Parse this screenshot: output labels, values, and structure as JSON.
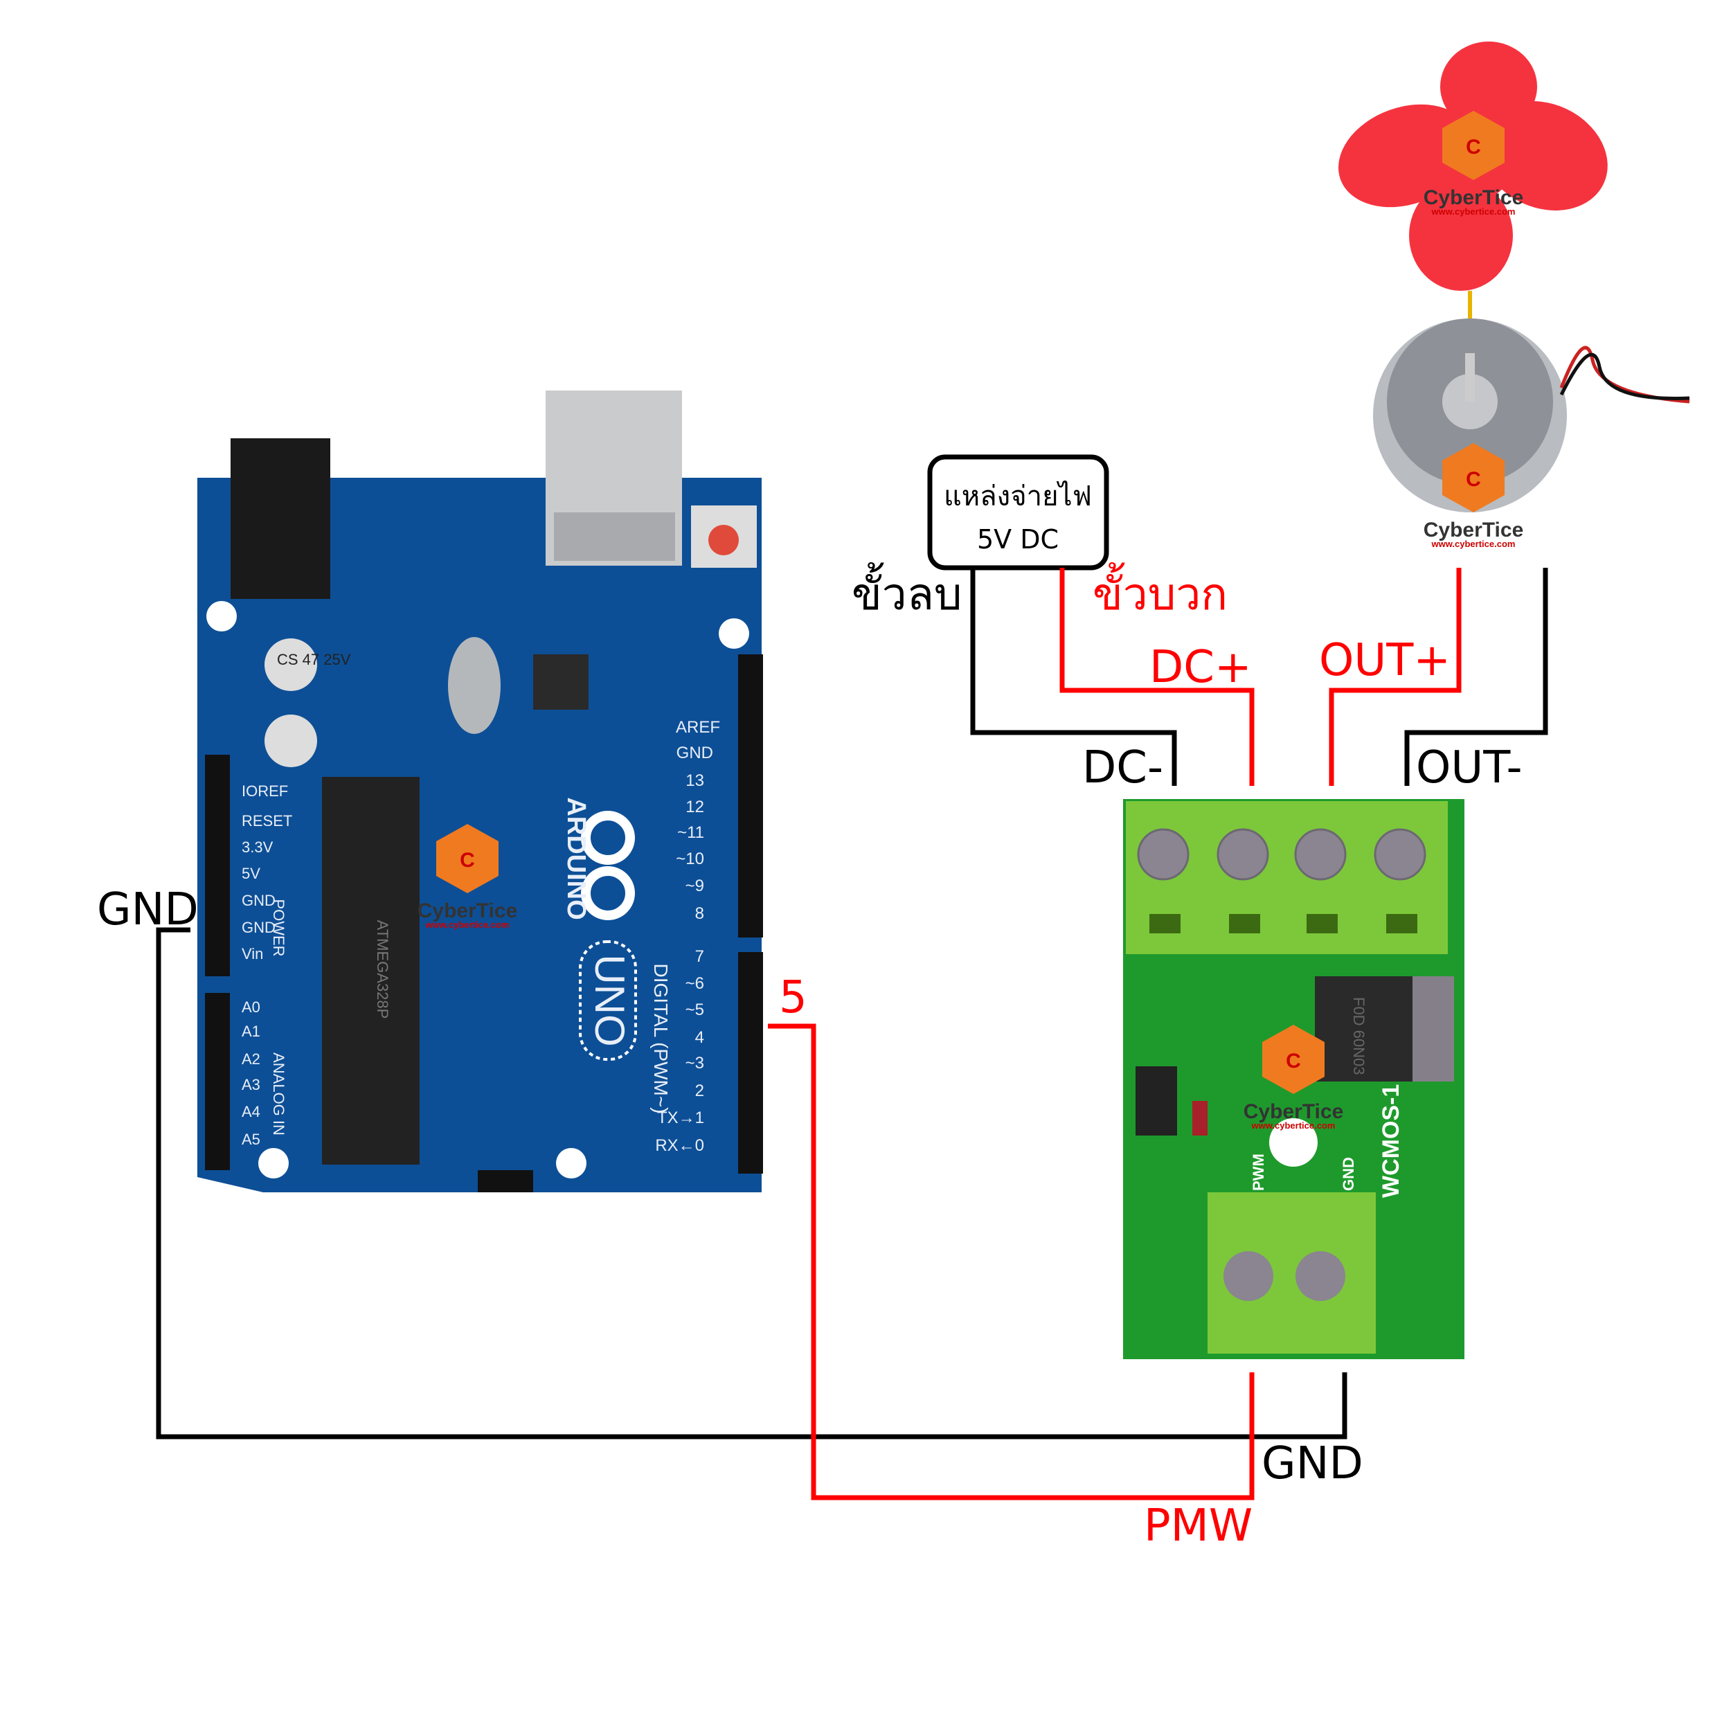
{
  "power_supply": {
    "line1": "แหล่งจ่ายไฟ",
    "line2": "5V DC",
    "negative_label": "ขั้วลบ",
    "positive_label": "ขั้วบวก"
  },
  "module_terminals": {
    "dc_minus": "DC-",
    "dc_plus": "DC+",
    "out_plus": "OUT+",
    "out_minus": "OUT-",
    "gnd": "GND",
    "pwm": "PMW"
  },
  "module_silkscreen": {
    "name": "WCMOS-1",
    "pwm": "PWM",
    "gnd": "GND",
    "mosfet": "F0D 60N03"
  },
  "arduino": {
    "gnd_label": "GND",
    "pin_label": "5",
    "brand": "ARDUINO",
    "model": "UNO",
    "chip": "ATMEGA328P",
    "power_header": [
      "IOREF",
      "RESET",
      "3.3V",
      "5V",
      "GND",
      "GND",
      "Vin"
    ],
    "analog_header": [
      "A0",
      "A1",
      "A2",
      "A3",
      "A4",
      "A5"
    ],
    "digital_header_top": [
      "AREF",
      "GND",
      "13",
      "12",
      "~11",
      "~10",
      "~9",
      "8"
    ],
    "digital_header_bottom": [
      "7",
      "~6",
      "~5",
      "4",
      "~3",
      "2",
      "TX→1",
      "RX←0"
    ],
    "power_title": "POWER",
    "analog_title": "ANALOG IN",
    "digital_title": "DIGITAL (PWM~)",
    "capacitor": "CS 47 25V"
  },
  "watermark": {
    "name": "CyberTice",
    "url": "www.cybertice.com"
  },
  "colors": {
    "wire_positive": "#ff0000",
    "wire_negative": "#000000",
    "arduino_board": "#0d4f96",
    "module_board": "#1e9a2c",
    "terminal": "#7cc83a",
    "fan": "#f5333f"
  }
}
